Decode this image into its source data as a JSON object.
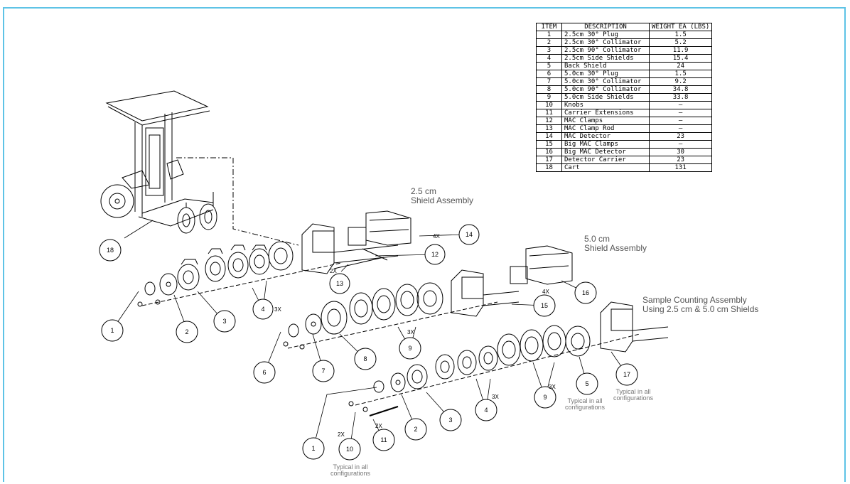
{
  "parts_table": {
    "headers": [
      "ITEM",
      "DESCRIPTION",
      "WEIGHT EA (LBS)"
    ],
    "rows": [
      [
        "1",
        "2.5cm 30° Plug",
        "1.5"
      ],
      [
        "2",
        "2.5cm 30° Collimator",
        "5.2"
      ],
      [
        "3",
        "2.5cm 90° Collimator",
        "11.9"
      ],
      [
        "4",
        "2.5cm Side Shields",
        "15.4"
      ],
      [
        "5",
        "Back Shield",
        "24"
      ],
      [
        "6",
        "5.0cm 30° Plug",
        "1.5"
      ],
      [
        "7",
        "5.0cm 30° Collimator",
        "9.2"
      ],
      [
        "8",
        "5.0cm 90° Collimator",
        "34.8"
      ],
      [
        "9",
        "5.0cm Side Shields",
        "33.8"
      ],
      [
        "10",
        "Knobs",
        "—"
      ],
      [
        "11",
        "Carrier Extensions",
        "—"
      ],
      [
        "12",
        "MAC Clamps",
        "—"
      ],
      [
        "13",
        "MAC Clamp Rod",
        "—"
      ],
      [
        "14",
        "MAC Detector",
        "23"
      ],
      [
        "15",
        "Big MAC Clamps",
        "—"
      ],
      [
        "16",
        "Big MAC Detector",
        "30"
      ],
      [
        "17",
        "Detector Carrier",
        "23"
      ],
      [
        "18",
        "Cart",
        "131"
      ]
    ]
  },
  "assembly_labels": {
    "shield_25": [
      "2.5 cm",
      "Shield Assembly"
    ],
    "shield_50": [
      "5.0 cm",
      "Shield Assembly"
    ],
    "sample": [
      "Sample Counting Assembly",
      "Using 2.5 cm & 5.0 cm Shields"
    ]
  },
  "notes": {
    "typical": [
      "Typical in all",
      "configurations"
    ]
  },
  "multipliers": {
    "x2": "2X",
    "x3": "3X",
    "x4": "4X"
  },
  "balloons": [
    "18",
    "14",
    "12",
    "13",
    "1",
    "2",
    "3",
    "4",
    "6",
    "7",
    "8",
    "9",
    "15",
    "16",
    "17",
    "5",
    "9",
    "4",
    "3",
    "2",
    "1",
    "10",
    "11"
  ],
  "colors": {
    "frame": "#5ec3e6",
    "label": "#555555",
    "note": "#777777"
  }
}
